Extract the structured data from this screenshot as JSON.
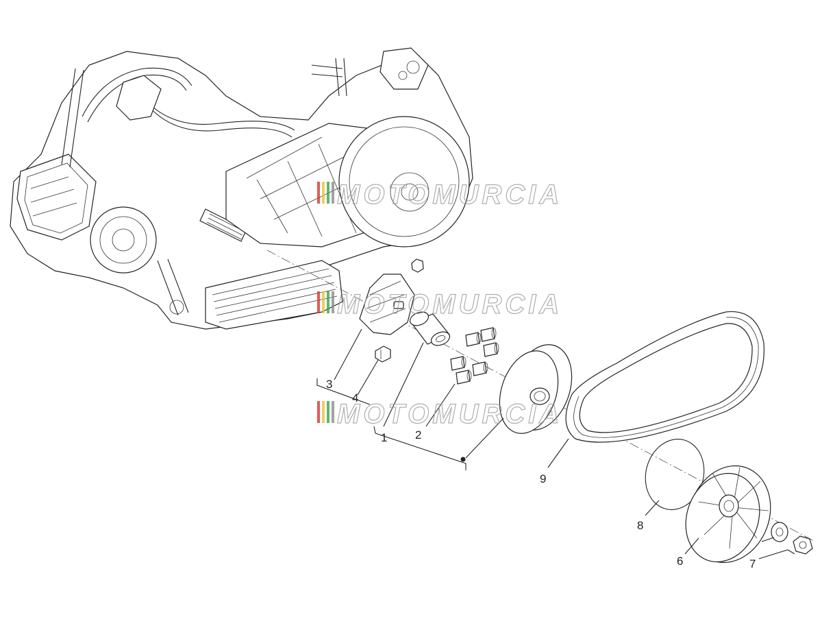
{
  "watermark": {
    "text": "MOTOMURCIA",
    "colors": [
      "#d9342b",
      "#e8c43a",
      "#3aa34a",
      "#8c8c8c"
    ]
  },
  "callouts": [
    {
      "id": "1",
      "label": "1"
    },
    {
      "id": "2",
      "label": "2"
    },
    {
      "id": "3",
      "label": "3"
    },
    {
      "id": "4",
      "label": "4"
    },
    {
      "id": "6",
      "label": "6"
    },
    {
      "id": "7",
      "label": "7"
    },
    {
      "id": "8",
      "label": "8"
    },
    {
      "id": "9",
      "label": "9"
    }
  ]
}
